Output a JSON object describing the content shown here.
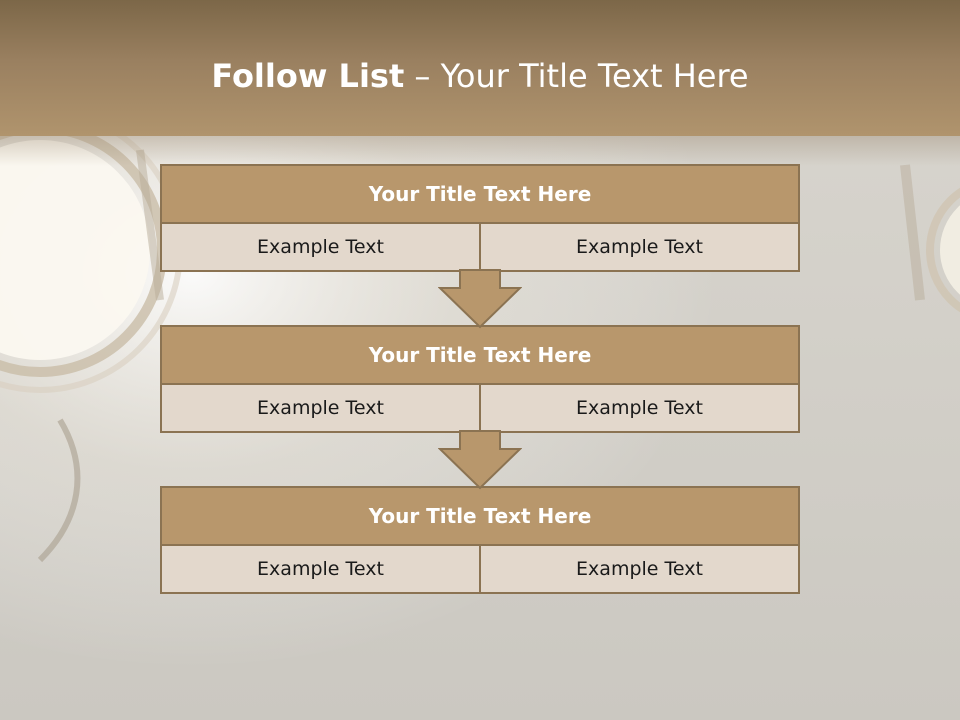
{
  "slide": {
    "title_bold": "Follow List",
    "title_rest": " – Your Title Text Here"
  },
  "colors": {
    "header": "#a48865",
    "block_title": "#b8976c",
    "cell": "#e3d8cc",
    "border": "#8b7352"
  },
  "blocks": [
    {
      "title": "Your Title Text Here",
      "left": "Example Text",
      "right": "Example Text"
    },
    {
      "title": "Your Title Text Here",
      "left": "Example Text",
      "right": "Example Text"
    },
    {
      "title": "Your Title Text Here",
      "left": "Example Text",
      "right": "Example Text"
    }
  ]
}
